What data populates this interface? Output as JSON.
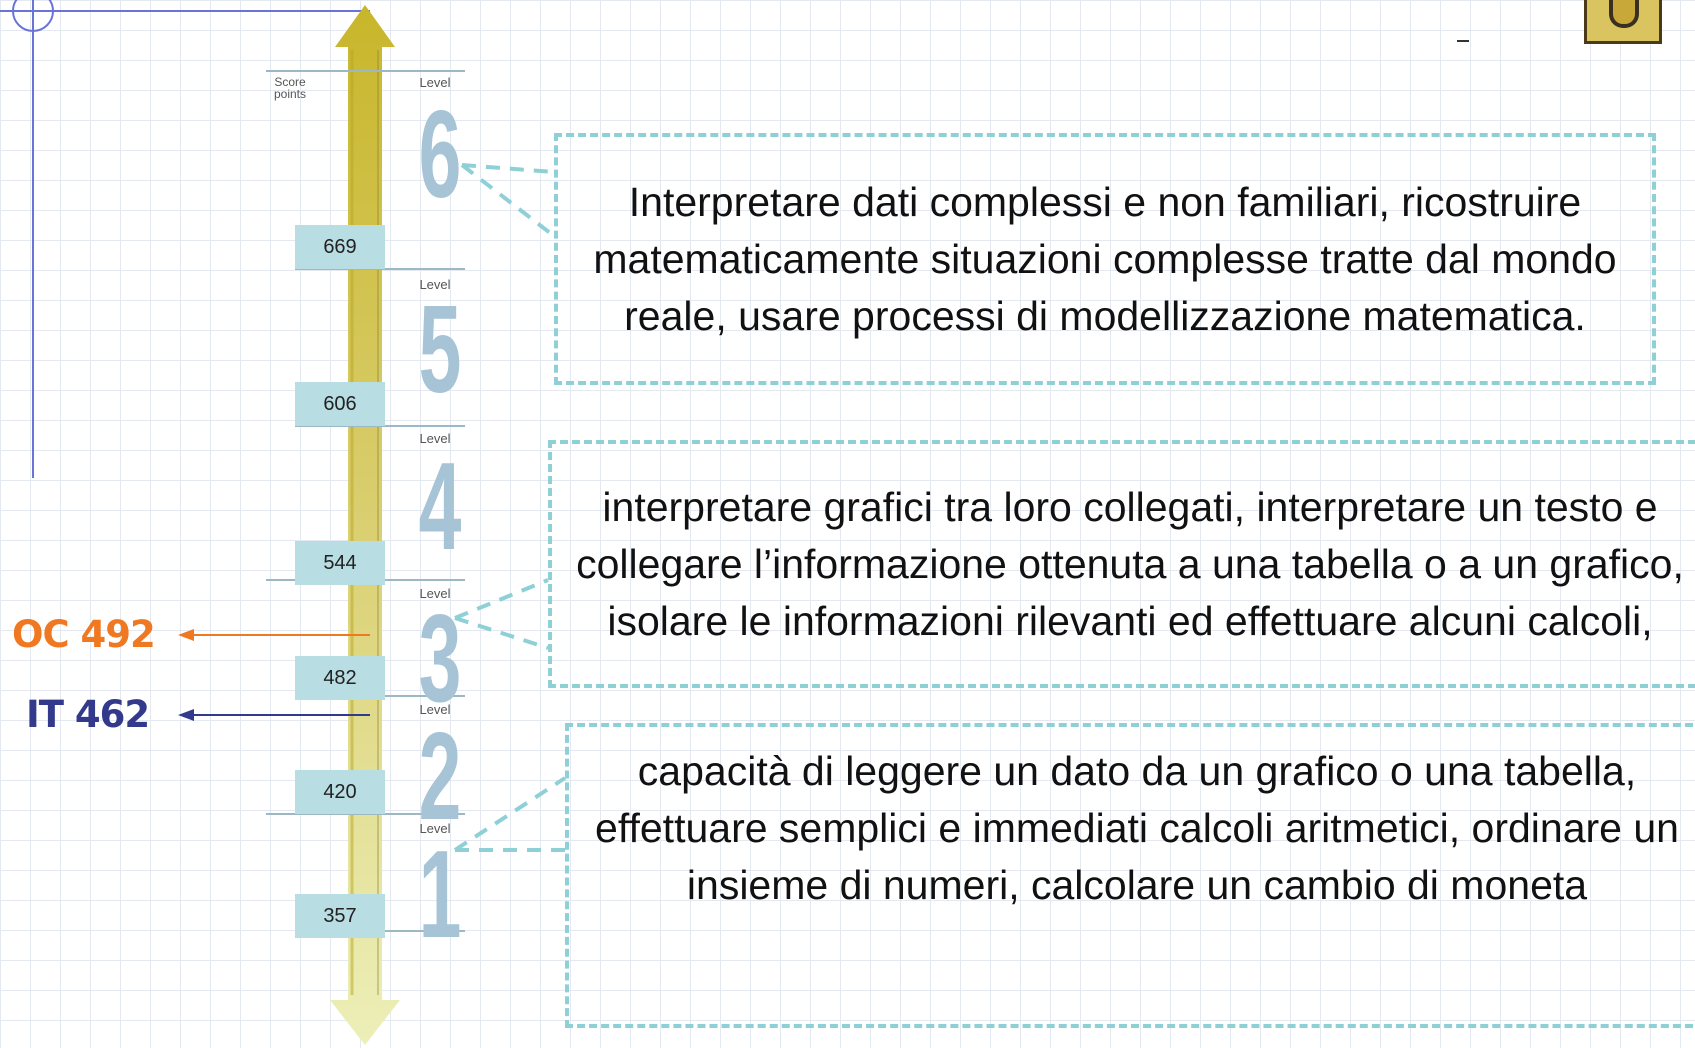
{
  "scale": {
    "header_score": "Score points",
    "header_level": "Level",
    "score_cuts": [
      "669",
      "606",
      "544",
      "482",
      "420",
      "357"
    ],
    "levels": [
      "6",
      "5",
      "4",
      "3",
      "2",
      "1"
    ],
    "level_word": "Level"
  },
  "descriptions": {
    "level6": "Interpretare dati complessi e non familiari, ricostruire matematicamente situazioni complesse tratte dal mondo reale, usare processi di modellizzazione matematica.",
    "level3": "interpretare grafici tra loro collegati, interpretare un testo e collegare l’informazione ottenuta a una tabella o a un grafico, isolare le informazioni rilevanti ed effettuare alcuni calcoli,",
    "level1": "capacità di leggere un dato da un grafico o una tabella,  effettuare semplici e immediati calcoli aritmetici, ordinare un insieme di numeri, calcolare un cambio di moneta"
  },
  "markers": [
    {
      "label": "OC 492",
      "score": 492,
      "color": "#f07820"
    },
    {
      "label": "IT 462",
      "score": 462,
      "color": "#333a8c"
    }
  ],
  "logo": "logo-icon"
}
